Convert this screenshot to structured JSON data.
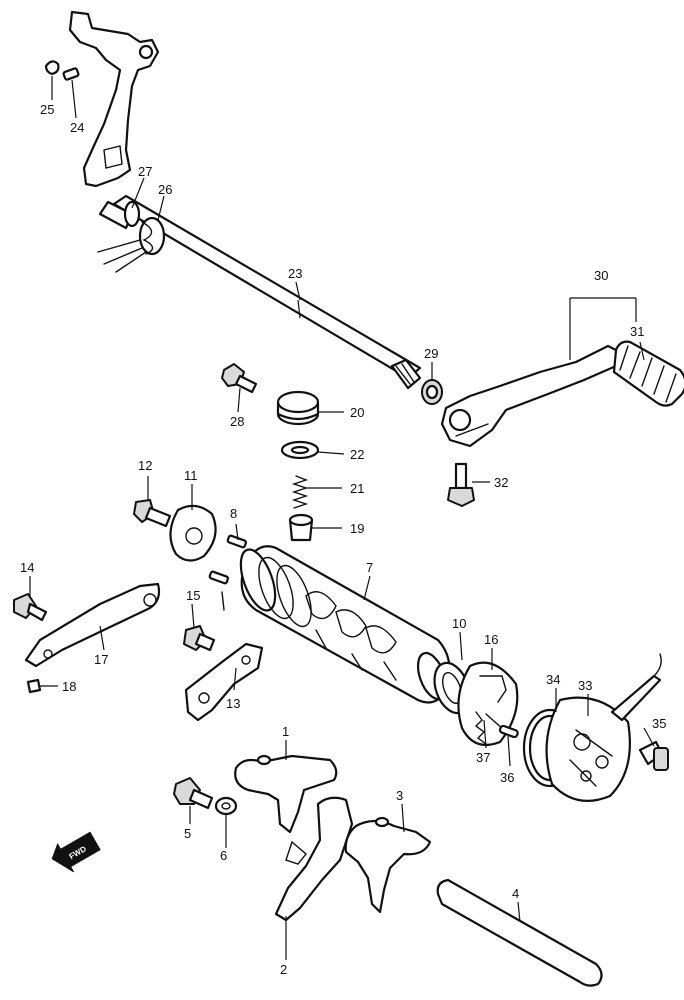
{
  "parts": [
    {
      "id": "p1",
      "label": "1"
    },
    {
      "id": "p2",
      "label": "2"
    },
    {
      "id": "p3",
      "label": "3"
    },
    {
      "id": "p4",
      "label": "4"
    },
    {
      "id": "p5",
      "label": "5"
    },
    {
      "id": "p6",
      "label": "6"
    },
    {
      "id": "p7",
      "label": "7"
    },
    {
      "id": "p8",
      "label": "8"
    },
    {
      "id": "p10",
      "label": "10"
    },
    {
      "id": "p11",
      "label": "11"
    },
    {
      "id": "p12",
      "label": "12"
    },
    {
      "id": "p13",
      "label": "13"
    },
    {
      "id": "p14",
      "label": "14"
    },
    {
      "id": "p15",
      "label": "15"
    },
    {
      "id": "p16",
      "label": "16"
    },
    {
      "id": "p17",
      "label": "17"
    },
    {
      "id": "p18",
      "label": "18"
    },
    {
      "id": "p19",
      "label": "19"
    },
    {
      "id": "p20",
      "label": "20"
    },
    {
      "id": "p21",
      "label": "21"
    },
    {
      "id": "p22",
      "label": "22"
    },
    {
      "id": "p23",
      "label": "23"
    },
    {
      "id": "p24",
      "label": "24"
    },
    {
      "id": "p25",
      "label": "25"
    },
    {
      "id": "p26",
      "label": "26"
    },
    {
      "id": "p27",
      "label": "27"
    },
    {
      "id": "p28",
      "label": "28"
    },
    {
      "id": "p29",
      "label": "29"
    },
    {
      "id": "p30",
      "label": "30"
    },
    {
      "id": "p31",
      "label": "31"
    },
    {
      "id": "p32",
      "label": "32"
    },
    {
      "id": "p33",
      "label": "33"
    },
    {
      "id": "p34",
      "label": "34"
    },
    {
      "id": "p35",
      "label": "35"
    },
    {
      "id": "p36",
      "label": "36"
    },
    {
      "id": "p37",
      "label": "37"
    }
  ],
  "direction_arrow": {
    "label": "FWD",
    "icon": "forward-arrow-icon"
  }
}
